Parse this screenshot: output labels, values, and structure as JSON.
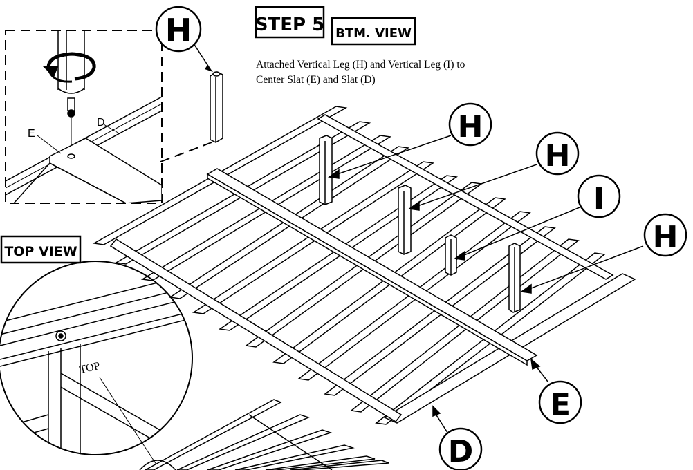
{
  "step": {
    "title": "STEP 5",
    "view_label": "BTM. VIEW",
    "description_line1": "Attached Vertical Leg (H) and Vertical Leg (I) to",
    "description_line2": "Center Slat (E) and Slat (D)"
  },
  "top_view_label": "TOP VIEW",
  "detail": {
    "part_e": "E",
    "part_d": "D",
    "top_marking": "TOP"
  },
  "callouts": {
    "detail_h": "H",
    "leg_h1": "H",
    "leg_h2": "H",
    "leg_i": "I",
    "leg_h3": "H",
    "center_slat_e": "E",
    "slat_d": "D"
  }
}
